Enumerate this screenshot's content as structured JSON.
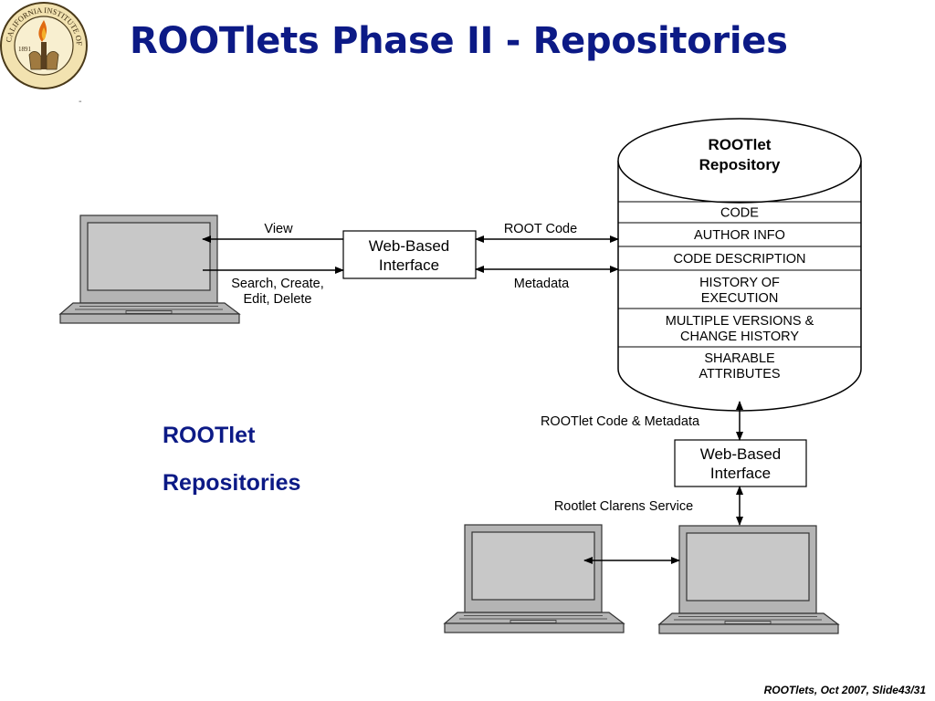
{
  "header": {
    "title": "ROOTlets Phase II - Repositories",
    "seal_text": "CALIFORNIA INSTITUTE OF TECHNOLOGY",
    "seal_year": "1891",
    "mark": "-"
  },
  "main": {
    "subtitle_line1": "ROOTlet",
    "subtitle_line2": "Repositories"
  },
  "diagram": {
    "repository": {
      "title_line1": "ROOTlet",
      "title_line2": "Repository",
      "rows": [
        {
          "line1": "CODE",
          "line2": ""
        },
        {
          "line1": "AUTHOR INFO",
          "line2": ""
        },
        {
          "line1": "CODE DESCRIPTION",
          "line2": ""
        },
        {
          "line1": "HISTORY OF",
          "line2": "EXECUTION"
        },
        {
          "line1": "MULTIPLE VERSIONS &",
          "line2": "CHANGE HISTORY"
        },
        {
          "line1": "SHARABLE",
          "line2": "ATTRIBUTES"
        }
      ]
    },
    "interface_top": {
      "line1": "Web-Based",
      "line2": "Interface"
    },
    "interface_bottom": {
      "line1": "Web-Based",
      "line2": "Interface"
    },
    "labels": {
      "view": "View",
      "search_line1": "Search, Create,",
      "search_line2": "Edit, Delete",
      "root_code": "ROOT Code",
      "metadata": "Metadata",
      "code_metadata": "ROOTlet Code & Metadata",
      "clarens": "Rootlet Clarens Service"
    }
  },
  "footer": {
    "text": "ROOTlets, Oct 2007,  Slide43/31"
  }
}
